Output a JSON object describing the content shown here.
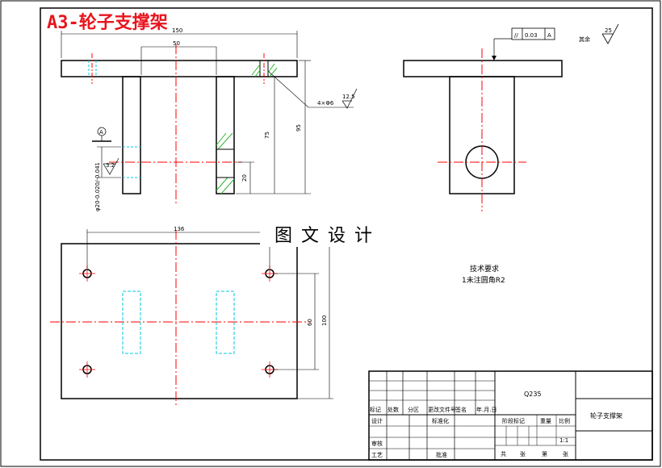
{
  "sheet_title": "A3-轮子支撑架",
  "watermark": "图 文 设 计",
  "front_view": {
    "dim_total_length": "150",
    "dim_leg_spacing": "50",
    "dim_75": "75",
    "dim_95": "95",
    "dim_20": "20",
    "hole_callout": "4×Φ6",
    "roughness_value": "12.5",
    "datum_letter": "A",
    "datum_roughness": "3.2",
    "tolerance_fit": "φ20-0.020/-0.041"
  },
  "side_view": {
    "parallelism_symbol": "//",
    "parallelism_value": "0.03",
    "parallelism_datum": "A",
    "general_roughness_label": "其余",
    "general_roughness_value": "25"
  },
  "top_view": {
    "dim_136": "136",
    "dim_60": "60",
    "dim_100": "100"
  },
  "notes": {
    "heading": "技术要求",
    "line1": "1未注圆角R2"
  },
  "title_block": {
    "material": "Q235",
    "part_name": "轮子支撑架",
    "h_mark": "标记",
    "h_count": "处数",
    "h_zone": "分区",
    "h_doc": "更改文件号",
    "h_sign": "签名",
    "h_date": "年.月.日",
    "r_design": "设计",
    "r_std": "标准化",
    "r_check": "审核",
    "r_process": "工艺",
    "r_approve": "批准",
    "stage_mark": "阶段标记",
    "weight": "重量",
    "scale": "比例",
    "scale_value": "1:1",
    "total_sheets": "共",
    "sheets_unit1": "张",
    "sheet_no": "第",
    "sheets_unit2": "张"
  },
  "colors": {
    "outline": "#000000",
    "center_line": "#ff0000",
    "hidden_line": "#00c8e0",
    "hatch": "#2fb82f",
    "title_red": "#e8141e"
  }
}
